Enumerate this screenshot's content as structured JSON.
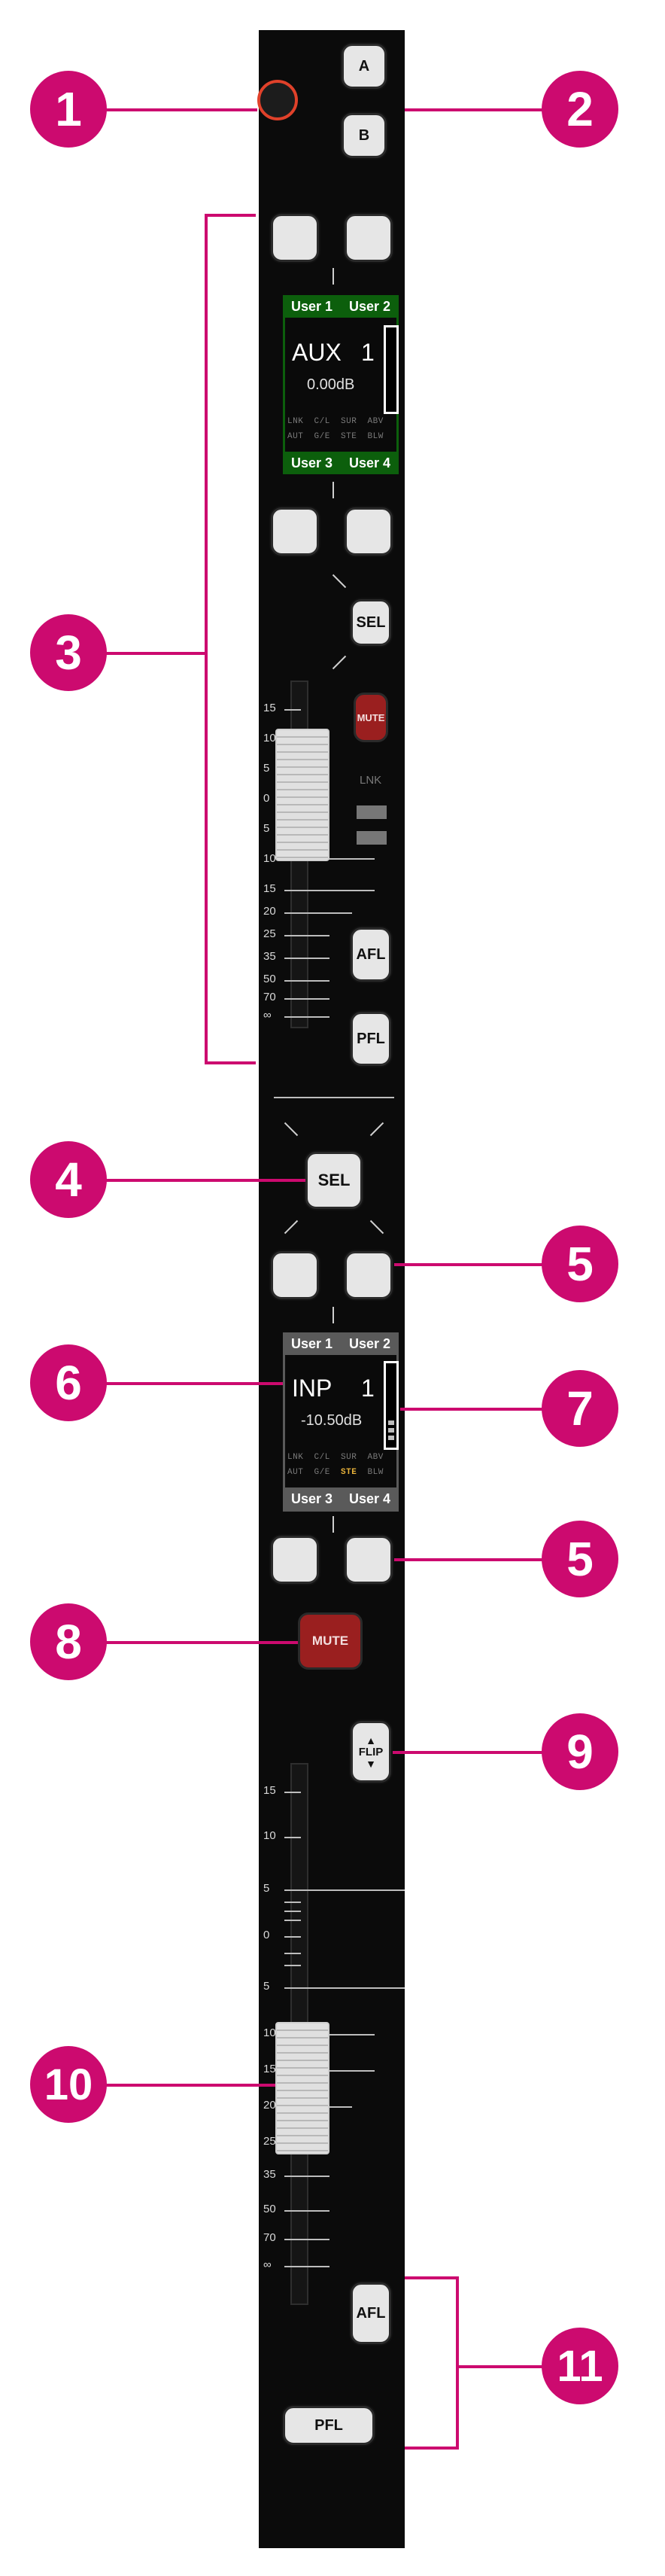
{
  "strip": {
    "buttons": {
      "a": "A",
      "b": "B",
      "sel": "SEL",
      "mute": "MUTE",
      "afl": "AFL",
      "pfl": "PFL",
      "flip": "FLIP"
    },
    "lnk_label": "LNK"
  },
  "aux_display": {
    "users_top": [
      "User 1",
      "User 2"
    ],
    "users_bottom": [
      "User 3",
      "User 4"
    ],
    "name": "AUX",
    "number": "1",
    "level": "0.00dB",
    "status_row1": [
      "LNK",
      "C/L",
      "SUR",
      "ABV"
    ],
    "status_row2": [
      "AUT",
      "G/E",
      "STE",
      "BLW"
    ],
    "accent": "#0c5f0c"
  },
  "input_display": {
    "users_top": [
      "User 1",
      "User 2"
    ],
    "users_bottom": [
      "User 3",
      "User 4"
    ],
    "name": "INP",
    "number": "1",
    "level": "-10.50dB",
    "status_row1": [
      "LNK",
      "C/L",
      "SUR",
      "ABV"
    ],
    "status_row2": [
      "AUT",
      "G/E",
      "STE",
      "BLW"
    ],
    "active_status": "STE",
    "active_color": "#e8b23a",
    "accent": "#5a5a5a"
  },
  "fader_scale": [
    "15",
    "10",
    "5",
    "0",
    "5",
    "10",
    "15",
    "20",
    "25",
    "35",
    "50",
    "70",
    "∞"
  ],
  "callouts": [
    "1",
    "2",
    "3",
    "4",
    "5",
    "6",
    "7",
    "5",
    "8",
    "9",
    "10",
    "11"
  ],
  "callout_color": "#cc0a6f"
}
